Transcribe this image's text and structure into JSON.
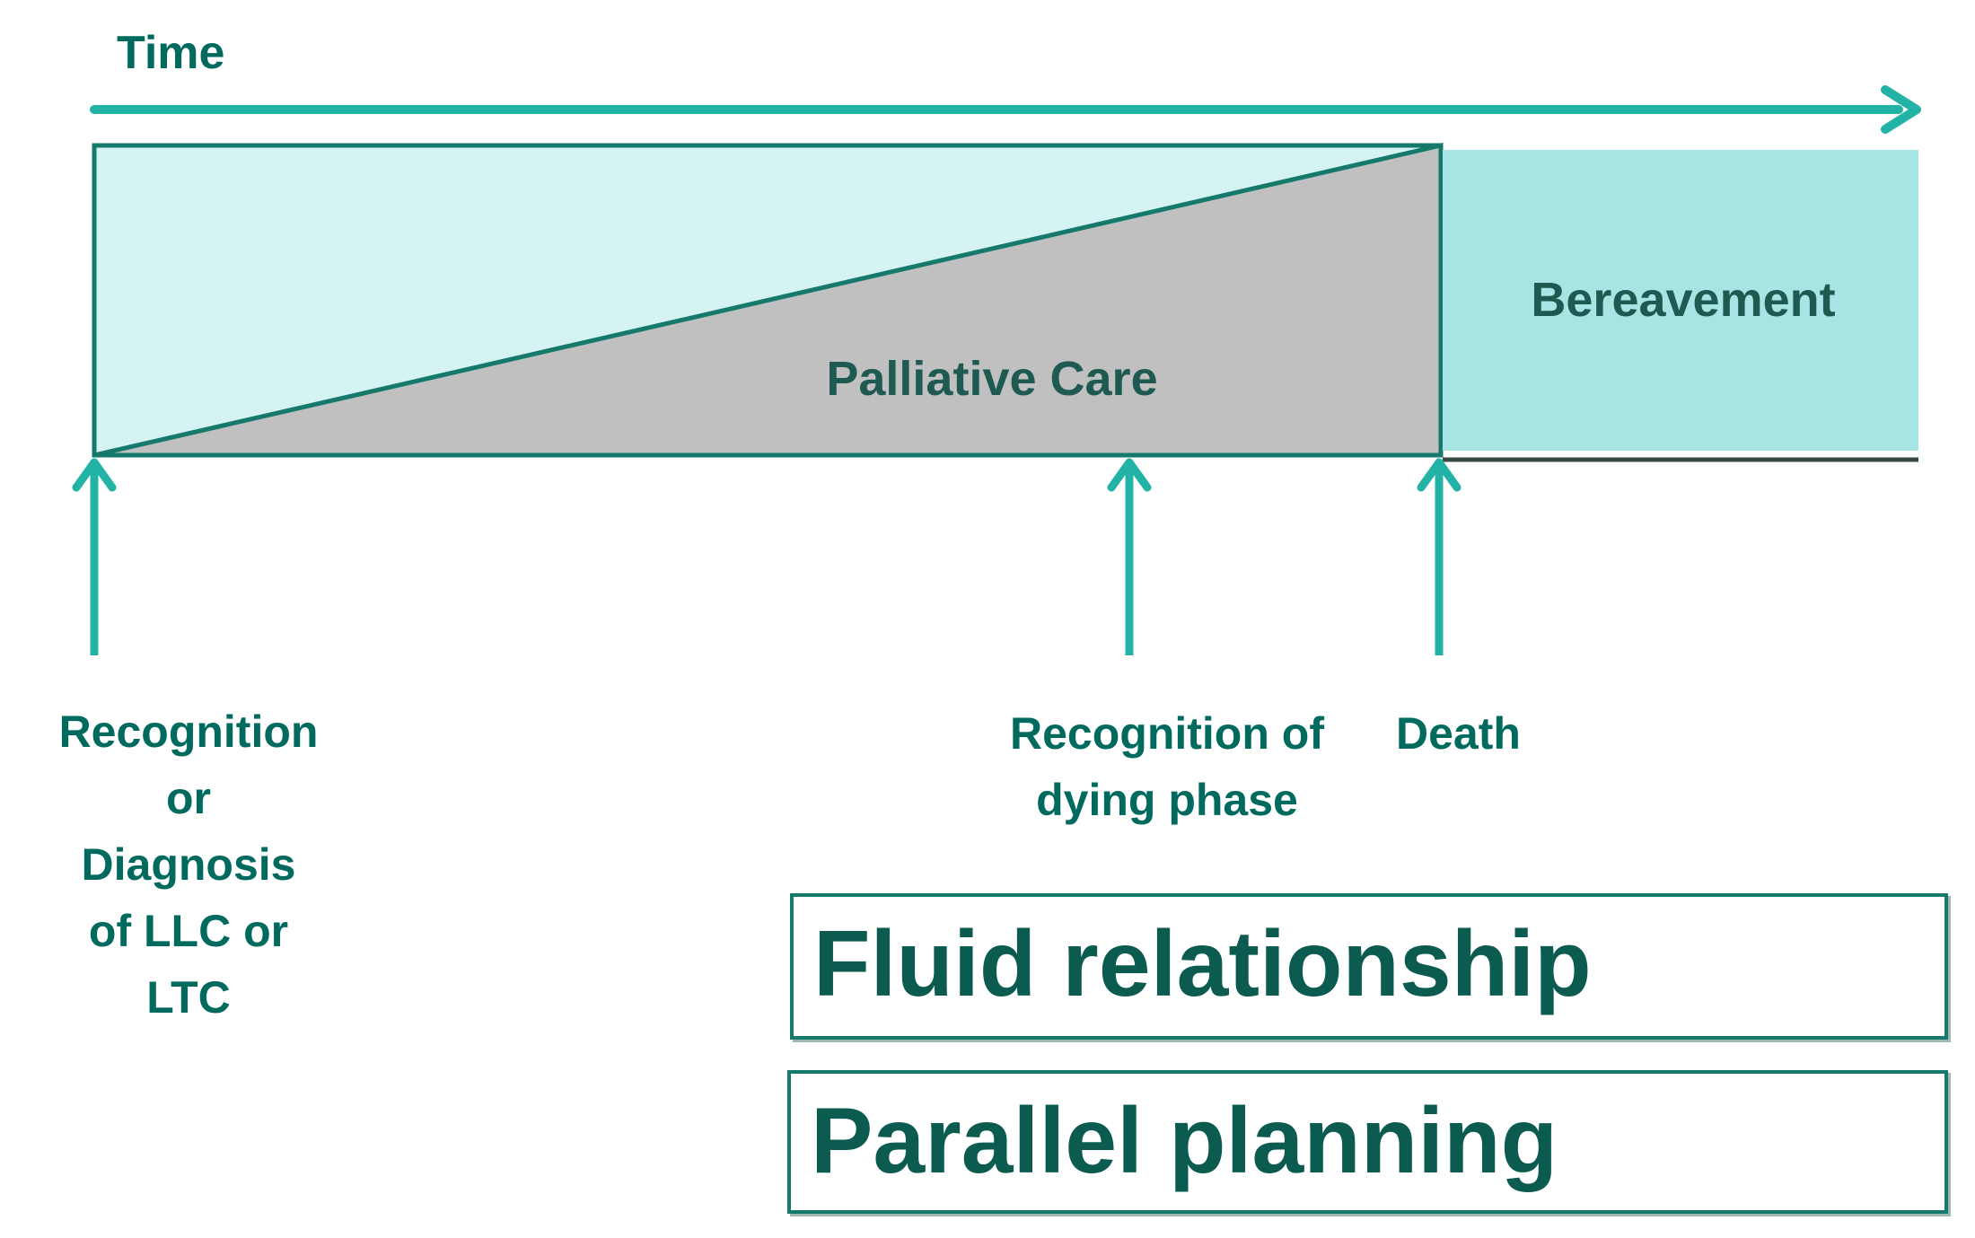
{
  "timeline": {
    "time_label": "Time",
    "palliative_care_label": "Palliative Care",
    "bereavement_label": "Bereavement"
  },
  "milestones": {
    "recognition": "Recognition\nor\nDiagnosis\nof LLC or\nLTC",
    "dying_phase": "Recognition of\ndying phase",
    "death": "Death"
  },
  "boxes": {
    "fluid": "Fluid relationship",
    "parallel": "Parallel planning"
  },
  "colors": {
    "teal": "#23b3a6",
    "light_teal": "#d6f3f3",
    "bereavement_teal": "#a6e5e3",
    "grey": "#c0c0c0",
    "dark_teal_text": "#006a5e"
  }
}
